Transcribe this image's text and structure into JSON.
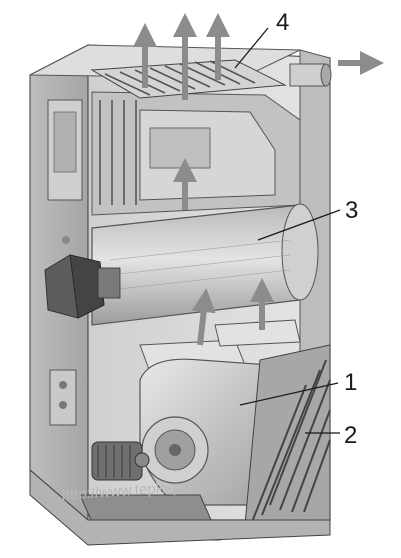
{
  "figure": {
    "callouts": [
      {
        "id": "1",
        "label": "1"
      },
      {
        "id": "2",
        "label": "2"
      },
      {
        "id": "3",
        "label": "3"
      },
      {
        "id": "4",
        "label": "4"
      }
    ],
    "watermark": "http://www.teplo-promo.ru",
    "colors": {
      "casing": "#d9d9d9",
      "casing_dark": "#9a9a9a",
      "interior": "#c4c4c4",
      "outline": "#555555",
      "arrow": "#8c8c8c"
    },
    "icons": [
      "up-arrow-icon",
      "right-arrow-icon"
    ]
  }
}
